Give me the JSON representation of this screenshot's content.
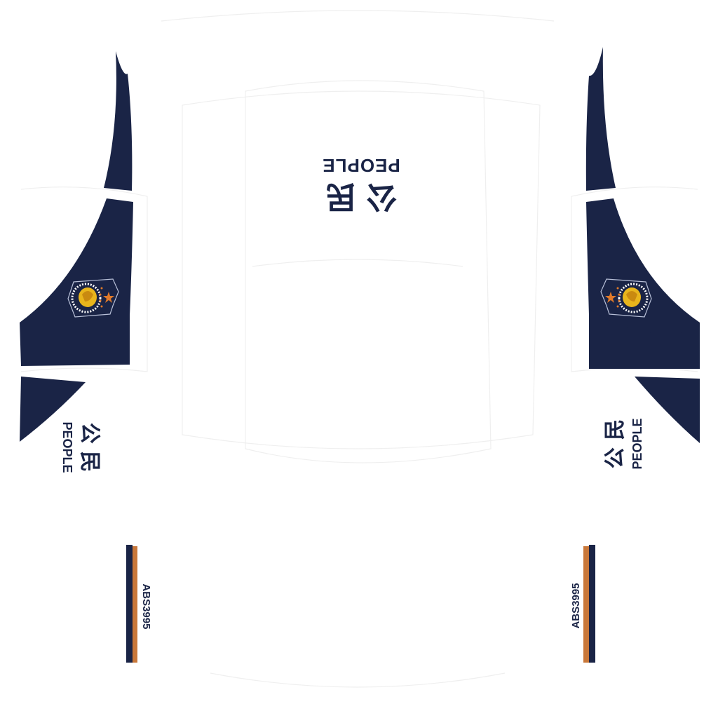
{
  "colors": {
    "navy": "#1a2446",
    "orange": "#c9783a",
    "background": "#ffffff",
    "emblem_gold": "#e8b51c",
    "emblem_star": "#e07a2a"
  },
  "roof": {
    "cjk": "公 民",
    "label": "PEOPLE"
  },
  "left_side": {
    "cjk": "公 民",
    "label": "PEOPLE",
    "plate_id": "ABS3995"
  },
  "right_side": {
    "cjk": "公 民",
    "label": "PEOPLE",
    "plate_id": "ABS3995"
  },
  "emblems": {
    "left": "police-emblem",
    "right": "police-emblem"
  }
}
